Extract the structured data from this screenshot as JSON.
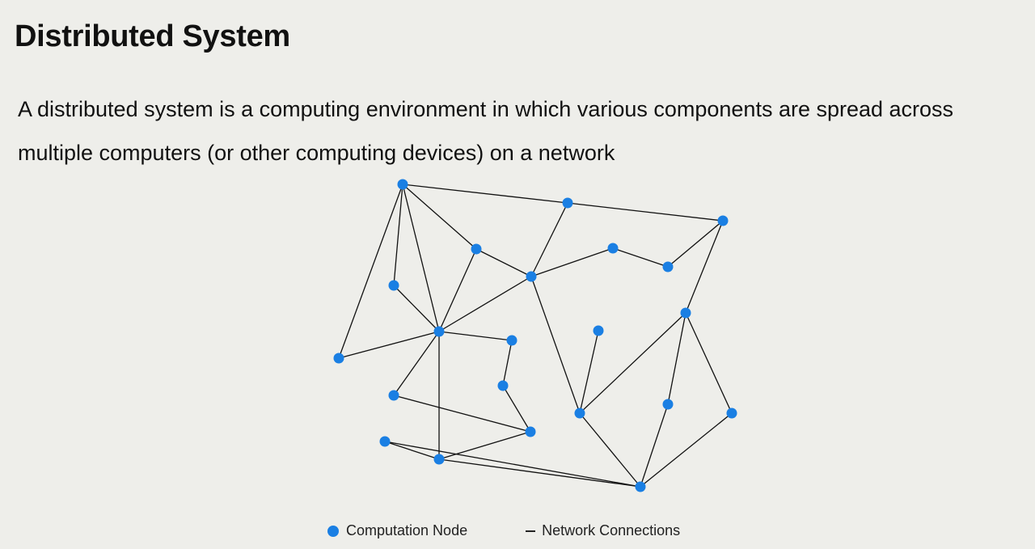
{
  "header": {
    "title": "Distributed System"
  },
  "description": {
    "text": "A distributed system is a computing environment in which various components are spread across multiple computers (or other computing devices) on a network"
  },
  "legend": {
    "node_label": "Computation Node",
    "edge_label": "Network Connections"
  },
  "colors": {
    "node": "#1a7fe3",
    "edge": "#111111",
    "background": "#eeeeea"
  },
  "graph": {
    "nodes": [
      {
        "id": "n1"
      },
      {
        "id": "n2"
      },
      {
        "id": "n3"
      },
      {
        "id": "n4"
      },
      {
        "id": "n5"
      },
      {
        "id": "n6"
      },
      {
        "id": "n7"
      },
      {
        "id": "n8"
      },
      {
        "id": "n9"
      },
      {
        "id": "n10"
      },
      {
        "id": "n11"
      },
      {
        "id": "n12"
      },
      {
        "id": "n13"
      },
      {
        "id": "n14"
      },
      {
        "id": "n15"
      },
      {
        "id": "n16"
      },
      {
        "id": "n17"
      },
      {
        "id": "n18"
      },
      {
        "id": "n19"
      },
      {
        "id": "n20"
      },
      {
        "id": "n21"
      },
      {
        "id": "n22"
      },
      {
        "id": "n23"
      }
    ],
    "edges": [
      [
        "n1",
        "n2"
      ],
      [
        "n2",
        "n3"
      ],
      [
        "n1",
        "n4"
      ],
      [
        "n1",
        "n6"
      ],
      [
        "n1",
        "n8"
      ],
      [
        "n1",
        "n9"
      ],
      [
        "n4",
        "n8"
      ],
      [
        "n2",
        "n7"
      ],
      [
        "n7",
        "n5"
      ],
      [
        "n4",
        "n7"
      ],
      [
        "n7",
        "n8"
      ],
      [
        "n5",
        "n10"
      ],
      [
        "n10",
        "n3"
      ],
      [
        "n3",
        "n11"
      ],
      [
        "n6",
        "n8"
      ],
      [
        "n8",
        "n9"
      ],
      [
        "n8",
        "n12"
      ],
      [
        "n8",
        "n14"
      ],
      [
        "n8",
        "n17"
      ],
      [
        "n12",
        "n15"
      ],
      [
        "n15",
        "n16"
      ],
      [
        "n14",
        "n16"
      ],
      [
        "n16",
        "n17"
      ],
      [
        "n7",
        "n18"
      ],
      [
        "n13",
        "n18"
      ],
      [
        "n11",
        "n18"
      ],
      [
        "n17",
        "n19"
      ],
      [
        "n17",
        "n20"
      ],
      [
        "n20",
        "n19"
      ],
      [
        "n18",
        "n20"
      ],
      [
        "n11",
        "n21"
      ],
      [
        "n21",
        "n20"
      ],
      [
        "n11",
        "n22"
      ],
      [
        "n22",
        "n20"
      ]
    ]
  }
}
